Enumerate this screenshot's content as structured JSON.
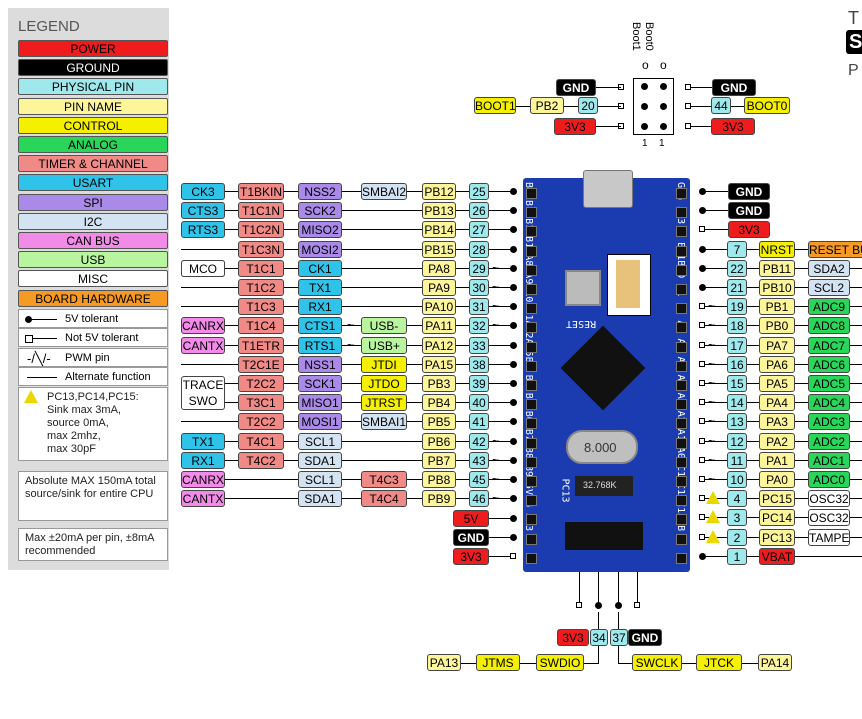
{
  "legend": {
    "title": "LEGEND",
    "items": [
      {
        "label": "POWER",
        "bg": "#ee1c1c",
        "fg": "#000"
      },
      {
        "label": "GROUND",
        "bg": "#000000",
        "fg": "#fff"
      },
      {
        "label": "PHYSICAL PIN",
        "bg": "#9fe8ec",
        "fg": "#000"
      },
      {
        "label": "PIN NAME",
        "bg": "#fdf59a",
        "fg": "#000"
      },
      {
        "label": "CONTROL",
        "bg": "#f4f000",
        "fg": "#000"
      },
      {
        "label": "ANALOG",
        "bg": "#29d65a",
        "fg": "#000"
      },
      {
        "label": "TIMER & CHANNEL",
        "bg": "#f08a86",
        "fg": "#000"
      },
      {
        "label": "USART",
        "bg": "#2fc3ea",
        "fg": "#000"
      },
      {
        "label": "SPI",
        "bg": "#a98ae8",
        "fg": "#000"
      },
      {
        "label": "I2C",
        "bg": "#d3e3f2",
        "fg": "#000"
      },
      {
        "label": "CAN BUS",
        "bg": "#f28ae8",
        "fg": "#000"
      },
      {
        "label": "USB",
        "bg": "#b9f59e",
        "fg": "#000"
      },
      {
        "label": "MISC",
        "bg": "#ffffff",
        "fg": "#000"
      },
      {
        "label": "BOARD HARDWARE",
        "bg": "#f59a24",
        "fg": "#000"
      }
    ],
    "symbols": [
      "5V tolerant",
      "Not 5V tolerant",
      "PWM pin",
      "Alternate function"
    ],
    "note_pc": "PC13,PC14,PC15:\nSink max 3mA,\nsource 0mA,\nmax 2mhz,\nmax 30pF",
    "note_max": "Absolute MAX 150mA total source/sink for entire CPU",
    "note_pin": "Max ±20mA per pin, ±8mA recommended"
  },
  "boot": {
    "boot0_label": "Boot0",
    "boot1_label": "Boot1",
    "o": "o",
    "one": "1",
    "left": {
      "gnd": "GND",
      "pin": "20",
      "name": "PB2",
      "ctrl": "BOOT1",
      "pwr": "3V3"
    },
    "right": {
      "gnd": "GND",
      "pin": "44",
      "ctrl": "BOOT0",
      "pwr": "3V3"
    }
  },
  "left_rows": [
    {
      "pin": "25",
      "name": "PB12",
      "f": [
        "CK3",
        "T1BKIN",
        "NSS2",
        "SMBAI2"
      ]
    },
    {
      "pin": "26",
      "name": "PB13",
      "f": [
        "CTS3",
        "T1C1N",
        "SCK2",
        ""
      ]
    },
    {
      "pin": "27",
      "name": "PB14",
      "f": [
        "RTS3",
        "T1C2N",
        "MISO2",
        ""
      ]
    },
    {
      "pin": "28",
      "name": "PB15",
      "f": [
        "",
        "T1C3N",
        "MOSI2",
        ""
      ]
    },
    {
      "pin": "29",
      "name": "PA8",
      "f": [
        "MCO",
        "T1C1",
        "CK1",
        ""
      ]
    },
    {
      "pin": "30",
      "name": "PA9",
      "f": [
        "",
        "T1C2",
        "TX1",
        ""
      ]
    },
    {
      "pin": "31",
      "name": "PA10",
      "f": [
        "",
        "T1C3",
        "RX1",
        ""
      ]
    },
    {
      "pin": "32",
      "name": "PA11",
      "f": [
        "CANRX",
        "T1C4",
        "CTS1",
        "USB-"
      ]
    },
    {
      "pin": "33",
      "name": "PA12",
      "f": [
        "CANTX",
        "T1ETR",
        "RTS1",
        "USB+"
      ]
    },
    {
      "pin": "38",
      "name": "PA15",
      "f": [
        "",
        "T2C1E",
        "NSS1",
        "JTDI"
      ]
    },
    {
      "pin": "39",
      "name": "PB3",
      "f": [
        "",
        "T2C2",
        "SCK1",
        "JTDO"
      ]
    },
    {
      "pin": "40",
      "name": "PB4",
      "f": [
        "",
        "T3C1",
        "MISO1",
        "JTRST"
      ]
    },
    {
      "pin": "41",
      "name": "PB5",
      "f": [
        "",
        "T2C2",
        "MOSI1",
        "SMBAI1"
      ]
    },
    {
      "pin": "42",
      "name": "PB6",
      "f": [
        "TX1",
        "T4C1",
        "SCL1",
        ""
      ]
    },
    {
      "pin": "43",
      "name": "PB7",
      "f": [
        "RX1",
        "T4C2",
        "SDA1",
        ""
      ]
    },
    {
      "pin": "45",
      "name": "PB8",
      "f": [
        "CANRX",
        "",
        "SCL1",
        "T4C3"
      ]
    },
    {
      "pin": "46",
      "name": "PB9",
      "f": [
        "CANTX",
        "",
        "SDA1",
        "T4C4"
      ]
    }
  ],
  "trace_swo": "TRACE\nSWO",
  "left_power": [
    "5V",
    "GND",
    "3V3"
  ],
  "right_rows": [
    {
      "pin": "",
      "name": "GND",
      "f": ""
    },
    {
      "pin": "",
      "name": "GND",
      "f": ""
    },
    {
      "pin": "",
      "name": "3V3",
      "f": ""
    },
    {
      "pin": "7",
      "name": "NRST",
      "f": "RESET BUTTON"
    },
    {
      "pin": "22",
      "name": "PB11",
      "f": "SDA2"
    },
    {
      "pin": "21",
      "name": "PB10",
      "f": "SCL2"
    },
    {
      "pin": "19",
      "name": "PB1",
      "f": "ADC9"
    },
    {
      "pin": "18",
      "name": "PB0",
      "f": "ADC8"
    },
    {
      "pin": "17",
      "name": "PA7",
      "f": "ADC7"
    },
    {
      "pin": "16",
      "name": "PA6",
      "f": "ADC6"
    },
    {
      "pin": "15",
      "name": "PA5",
      "f": "ADC5"
    },
    {
      "pin": "14",
      "name": "PA4",
      "f": "ADC4"
    },
    {
      "pin": "13",
      "name": "PA3",
      "f": "ADC3"
    },
    {
      "pin": "12",
      "name": "PA2",
      "f": "ADC2"
    },
    {
      "pin": "11",
      "name": "PA1",
      "f": "ADC1"
    },
    {
      "pin": "10",
      "name": "PA0",
      "f": "ADC0"
    },
    {
      "pin": "4",
      "name": "PC15",
      "f": "OSC32"
    },
    {
      "pin": "3",
      "name": "PC14",
      "f": "OSC32"
    },
    {
      "pin": "2",
      "name": "PC13",
      "f": "TAMPER"
    },
    {
      "pin": "1",
      "name": "VBAT",
      "f": ""
    }
  ],
  "bottom": {
    "pwr": "3V3",
    "p34": "34",
    "p37": "37",
    "gnd": "GND",
    "left": [
      "PA13",
      "JTMS",
      "SWDIO"
    ],
    "right": [
      "SWCLK",
      "JTCK",
      "PA14"
    ]
  },
  "title_partial": {
    "t": "T",
    "s": "S",
    "p": "P"
  },
  "board": {
    "left_edge": "B12B13B14B15A8 A9A10A11A12A15B3 B4 B5 B6 B7 B8 B9 5V G 3.3",
    "right_edge": "G G 3.3 R B11B10 B1 B0 A7 A6 A5 A4 A3 A2 A1 A0 C15C14C13VB",
    "reset": "RESET",
    "crystal": "8.000",
    "pc13": "PC13",
    "xtal2": "32.768K"
  }
}
